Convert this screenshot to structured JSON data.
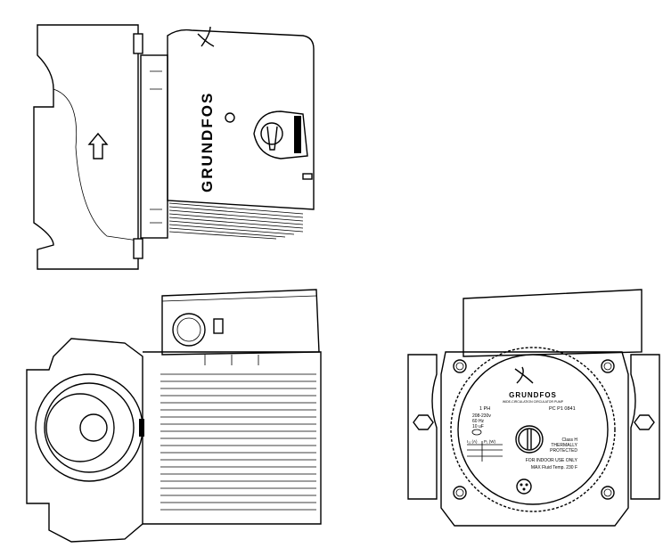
{
  "figure": {
    "brand": "GRUNDFOS",
    "brand_subtitle": "WIDE-CIRCULATION CIRCULATOR PUMP",
    "views": [
      "top-view",
      "side-view",
      "front-view"
    ],
    "nameplate": {
      "phase": "1 PH",
      "model_code": "PC  P1 0841",
      "voltage": "208-230v",
      "frequency": "60 Hz",
      "capacitor": "10 uF",
      "table_header_current": "I₁₁ (A)",
      "table_header_power": "P₁ (W)",
      "insulation_class": "Class H",
      "protection_line1": "THERMALLY",
      "protection_line2": "PROTECTED",
      "indoor_note": "FOR INDOOR USE ONLY",
      "max_temp": "MAX Fluid Temp. 230 F"
    },
    "line_color": "#000000",
    "background_color": "#ffffff"
  }
}
